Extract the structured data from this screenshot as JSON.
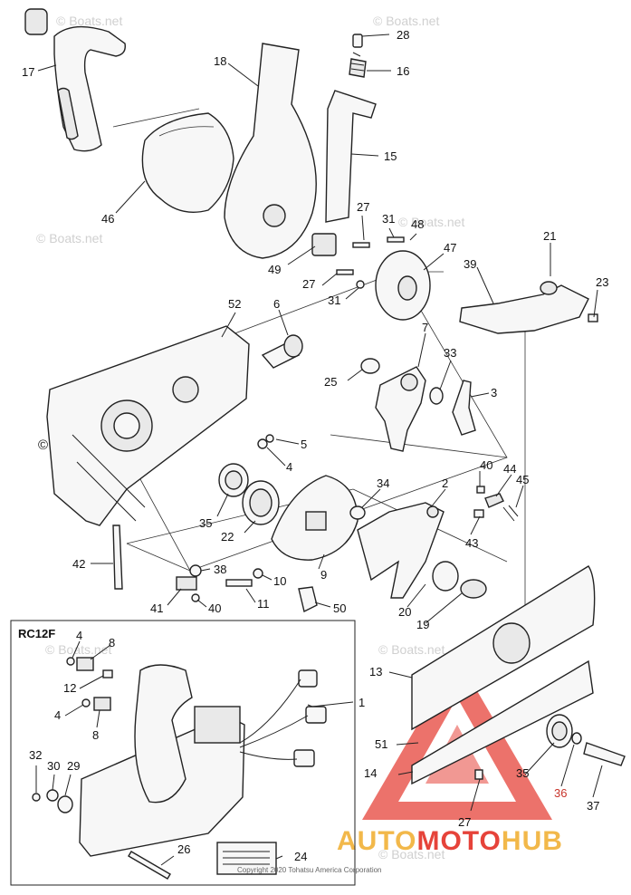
{
  "watermark": "© Boats.net",
  "kit": {
    "title": "RC12F"
  },
  "copyright": "Copyright 2020 Tohatsu America Corporation",
  "brand": {
    "part1": "AUTO",
    "part2": "MOTO",
    "part3": "HUB",
    "color_primary": "#e6433a",
    "color_secondary": "#f2b84a"
  },
  "callouts": [
    {
      "id": "17",
      "text": "17"
    },
    {
      "id": "18",
      "text": "18"
    },
    {
      "id": "28",
      "text": "28"
    },
    {
      "id": "16",
      "text": "16"
    },
    {
      "id": "15",
      "text": "15"
    },
    {
      "id": "46",
      "text": "46"
    },
    {
      "id": "27a",
      "text": "27"
    },
    {
      "id": "31a",
      "text": "31"
    },
    {
      "id": "48",
      "text": "48"
    },
    {
      "id": "47",
      "text": "47"
    },
    {
      "id": "49",
      "text": "49"
    },
    {
      "id": "27b",
      "text": "27"
    },
    {
      "id": "31b",
      "text": "31"
    },
    {
      "id": "21",
      "text": "21"
    },
    {
      "id": "39",
      "text": "39"
    },
    {
      "id": "23",
      "text": "23"
    },
    {
      "id": "52",
      "text": "52"
    },
    {
      "id": "6",
      "text": "6"
    },
    {
      "id": "7",
      "text": "7"
    },
    {
      "id": "33",
      "text": "33"
    },
    {
      "id": "25",
      "text": "25"
    },
    {
      "id": "3",
      "text": "3"
    },
    {
      "id": "5",
      "text": "5"
    },
    {
      "id": "4a",
      "text": "4"
    },
    {
      "id": "40a",
      "text": "40"
    },
    {
      "id": "44",
      "text": "44"
    },
    {
      "id": "45",
      "text": "45"
    },
    {
      "id": "34",
      "text": "34"
    },
    {
      "id": "2",
      "text": "2"
    },
    {
      "id": "35a",
      "text": "35"
    },
    {
      "id": "22",
      "text": "22"
    },
    {
      "id": "43",
      "text": "43"
    },
    {
      "id": "42",
      "text": "42"
    },
    {
      "id": "38",
      "text": "38"
    },
    {
      "id": "10",
      "text": "10"
    },
    {
      "id": "9",
      "text": "9"
    },
    {
      "id": "20",
      "text": "20"
    },
    {
      "id": "41",
      "text": "41"
    },
    {
      "id": "40b",
      "text": "40"
    },
    {
      "id": "11",
      "text": "11"
    },
    {
      "id": "50",
      "text": "50"
    },
    {
      "id": "19",
      "text": "19"
    },
    {
      "id": "4b",
      "text": "4"
    },
    {
      "id": "8a",
      "text": "8"
    },
    {
      "id": "12",
      "text": "12"
    },
    {
      "id": "1",
      "text": "1"
    },
    {
      "id": "13",
      "text": "13"
    },
    {
      "id": "4c",
      "text": "4"
    },
    {
      "id": "8b",
      "text": "8"
    },
    {
      "id": "51",
      "text": "51"
    },
    {
      "id": "32",
      "text": "32"
    },
    {
      "id": "30",
      "text": "30"
    },
    {
      "id": "29",
      "text": "29"
    },
    {
      "id": "14",
      "text": "14"
    },
    {
      "id": "35b",
      "text": "35"
    },
    {
      "id": "36",
      "text": "36"
    },
    {
      "id": "37",
      "text": "37"
    },
    {
      "id": "27c",
      "text": "27"
    },
    {
      "id": "26",
      "text": "26"
    },
    {
      "id": "24",
      "text": "24"
    }
  ]
}
